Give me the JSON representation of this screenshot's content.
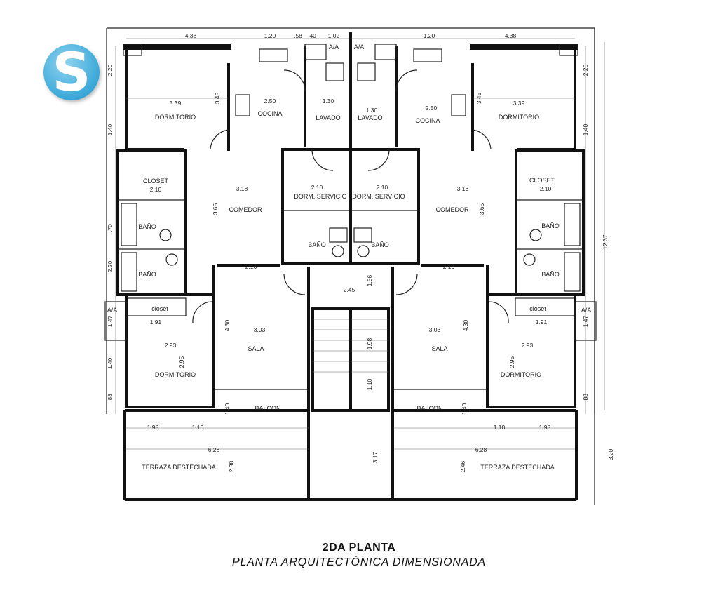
{
  "logo": {
    "letter": "S",
    "color": "#3aa8d8"
  },
  "caption": {
    "title": "2DA PLANTA",
    "subtitle": "PLANTA ARQUITECTÓNICA DIMENSIONADA"
  },
  "rooms": {
    "dormitorio": "DORMITORIO",
    "cocina": "COCINA",
    "lavado": "LAVADO",
    "closet": "CLOSET",
    "closet_small": "closet",
    "bano": "BAÑO",
    "comedor": "COMEDOR",
    "dorm_servicio": "DORM. SERVICIO",
    "sala": "SALA",
    "balcon": "BALCON",
    "terraza": "TERRAZA DESTECHADA",
    "aa": "A/A"
  },
  "dimensions": {
    "top_width": "4.38",
    "kitchen_width": "1.20",
    "d58": ".58",
    "d40": ".40",
    "d102": "1.02",
    "dorm_width": "3.39",
    "dorm_height": "3.45",
    "cocina_width": "2.50",
    "lavado_width": "1.30",
    "left_220": "2.20",
    "left_140": "1.40",
    "d70": ".70",
    "d147": "1.47",
    "d88": ".88",
    "closet_210": "2.10",
    "comedor_318": "3.18",
    "comedor_365": "3.65",
    "serv_210": "2.10",
    "sala_216": "2.16",
    "sala_303": "3.03",
    "sala_430": "4.30",
    "closet_191": "1.91",
    "dorm2_293": "2.93",
    "dorm2_295": "2.95",
    "stair_245": "2.45",
    "d156": "1.56",
    "d198": "1.98",
    "d110": "1.10",
    "balcon_140": "1.40",
    "terr_198": "1.98",
    "terr_628": "6.28",
    "terr_238": "2.38",
    "terr_246": "2.46",
    "d317": "3.17",
    "total_1237": "12.37",
    "d320": "3.20"
  }
}
